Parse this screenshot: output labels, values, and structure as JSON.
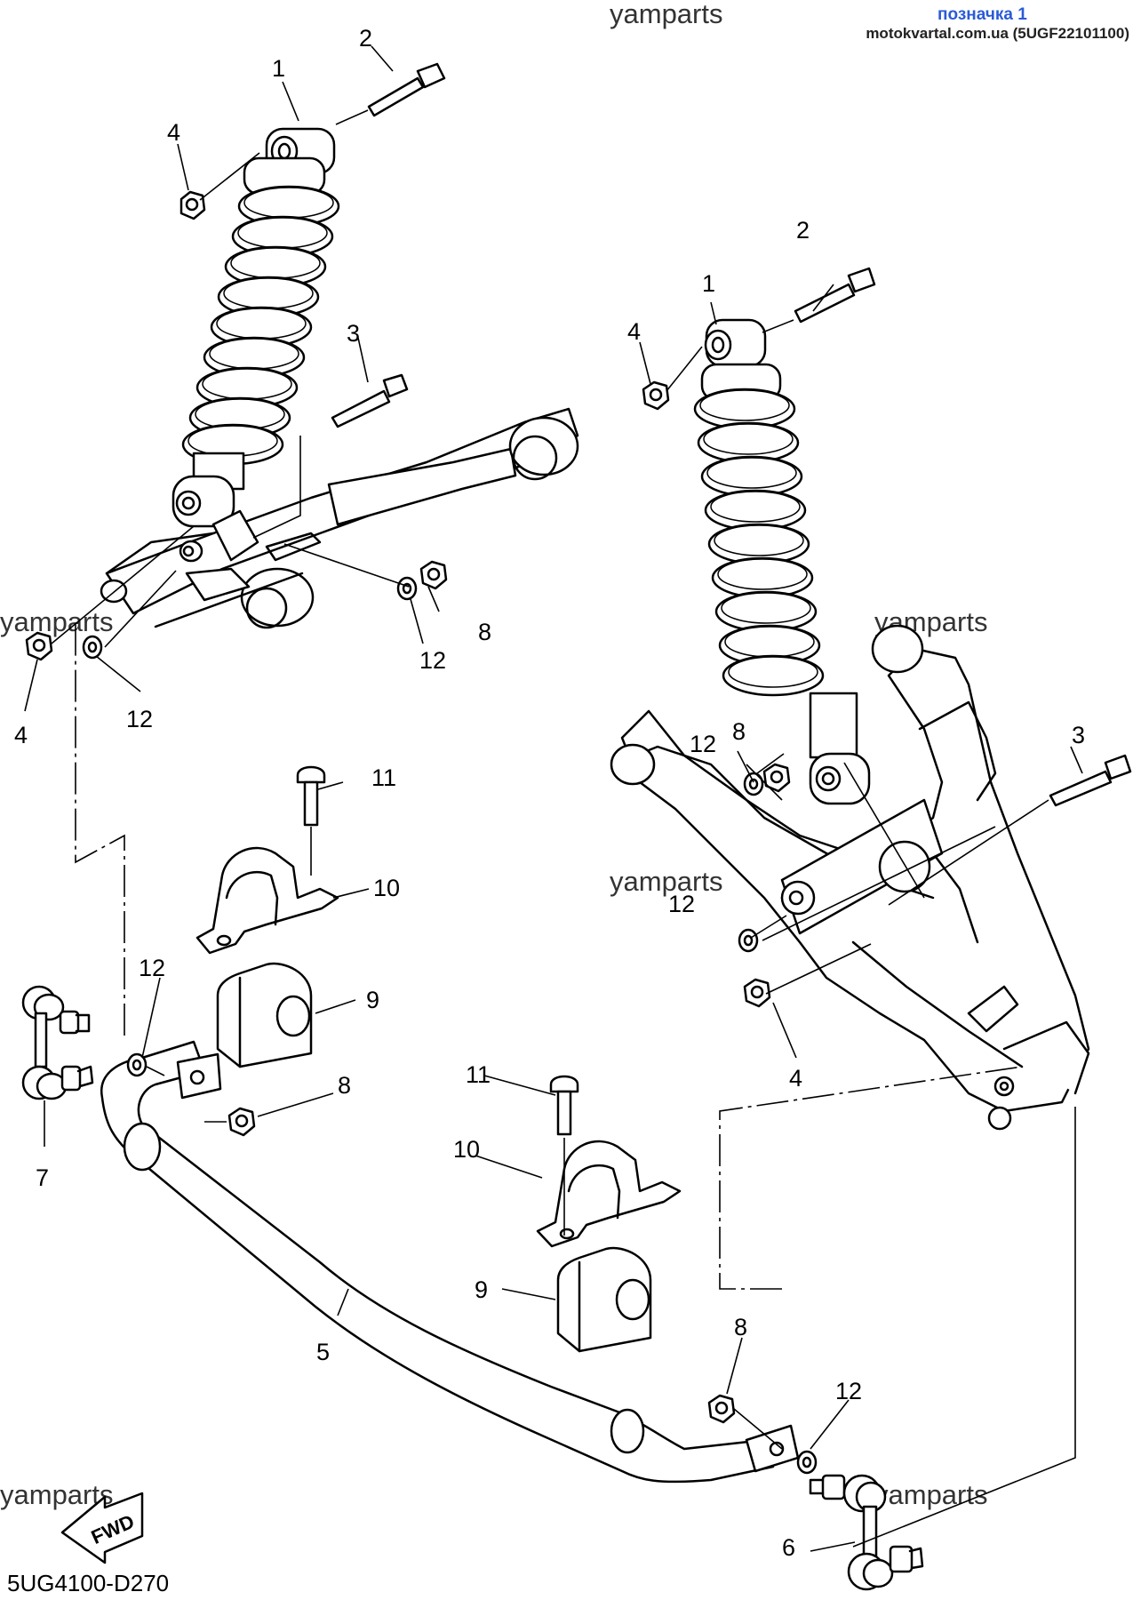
{
  "header": {
    "watermark_top": "yamparts",
    "link_label": "позначка 1",
    "site_ref": "motokvartal.com.ua (5UGF22101100)"
  },
  "watermarks": [
    "yamparts",
    "yamparts",
    "yamparts",
    "yamparts",
    "yamparts"
  ],
  "footer": {
    "diagram_code": "5UG4100-D270",
    "fwd_label": "FWD"
  },
  "callouts": {
    "l1": "1",
    "l2": "2",
    "l3": "3",
    "l4": "4",
    "l5": "5",
    "l6": "6",
    "l7": "7",
    "l8": "8",
    "l9": "9",
    "l10": "10",
    "l11": "11",
    "l12": "12"
  },
  "colors": {
    "line": "#000000",
    "link": "#2a5bd7",
    "watermark": "#333333"
  }
}
